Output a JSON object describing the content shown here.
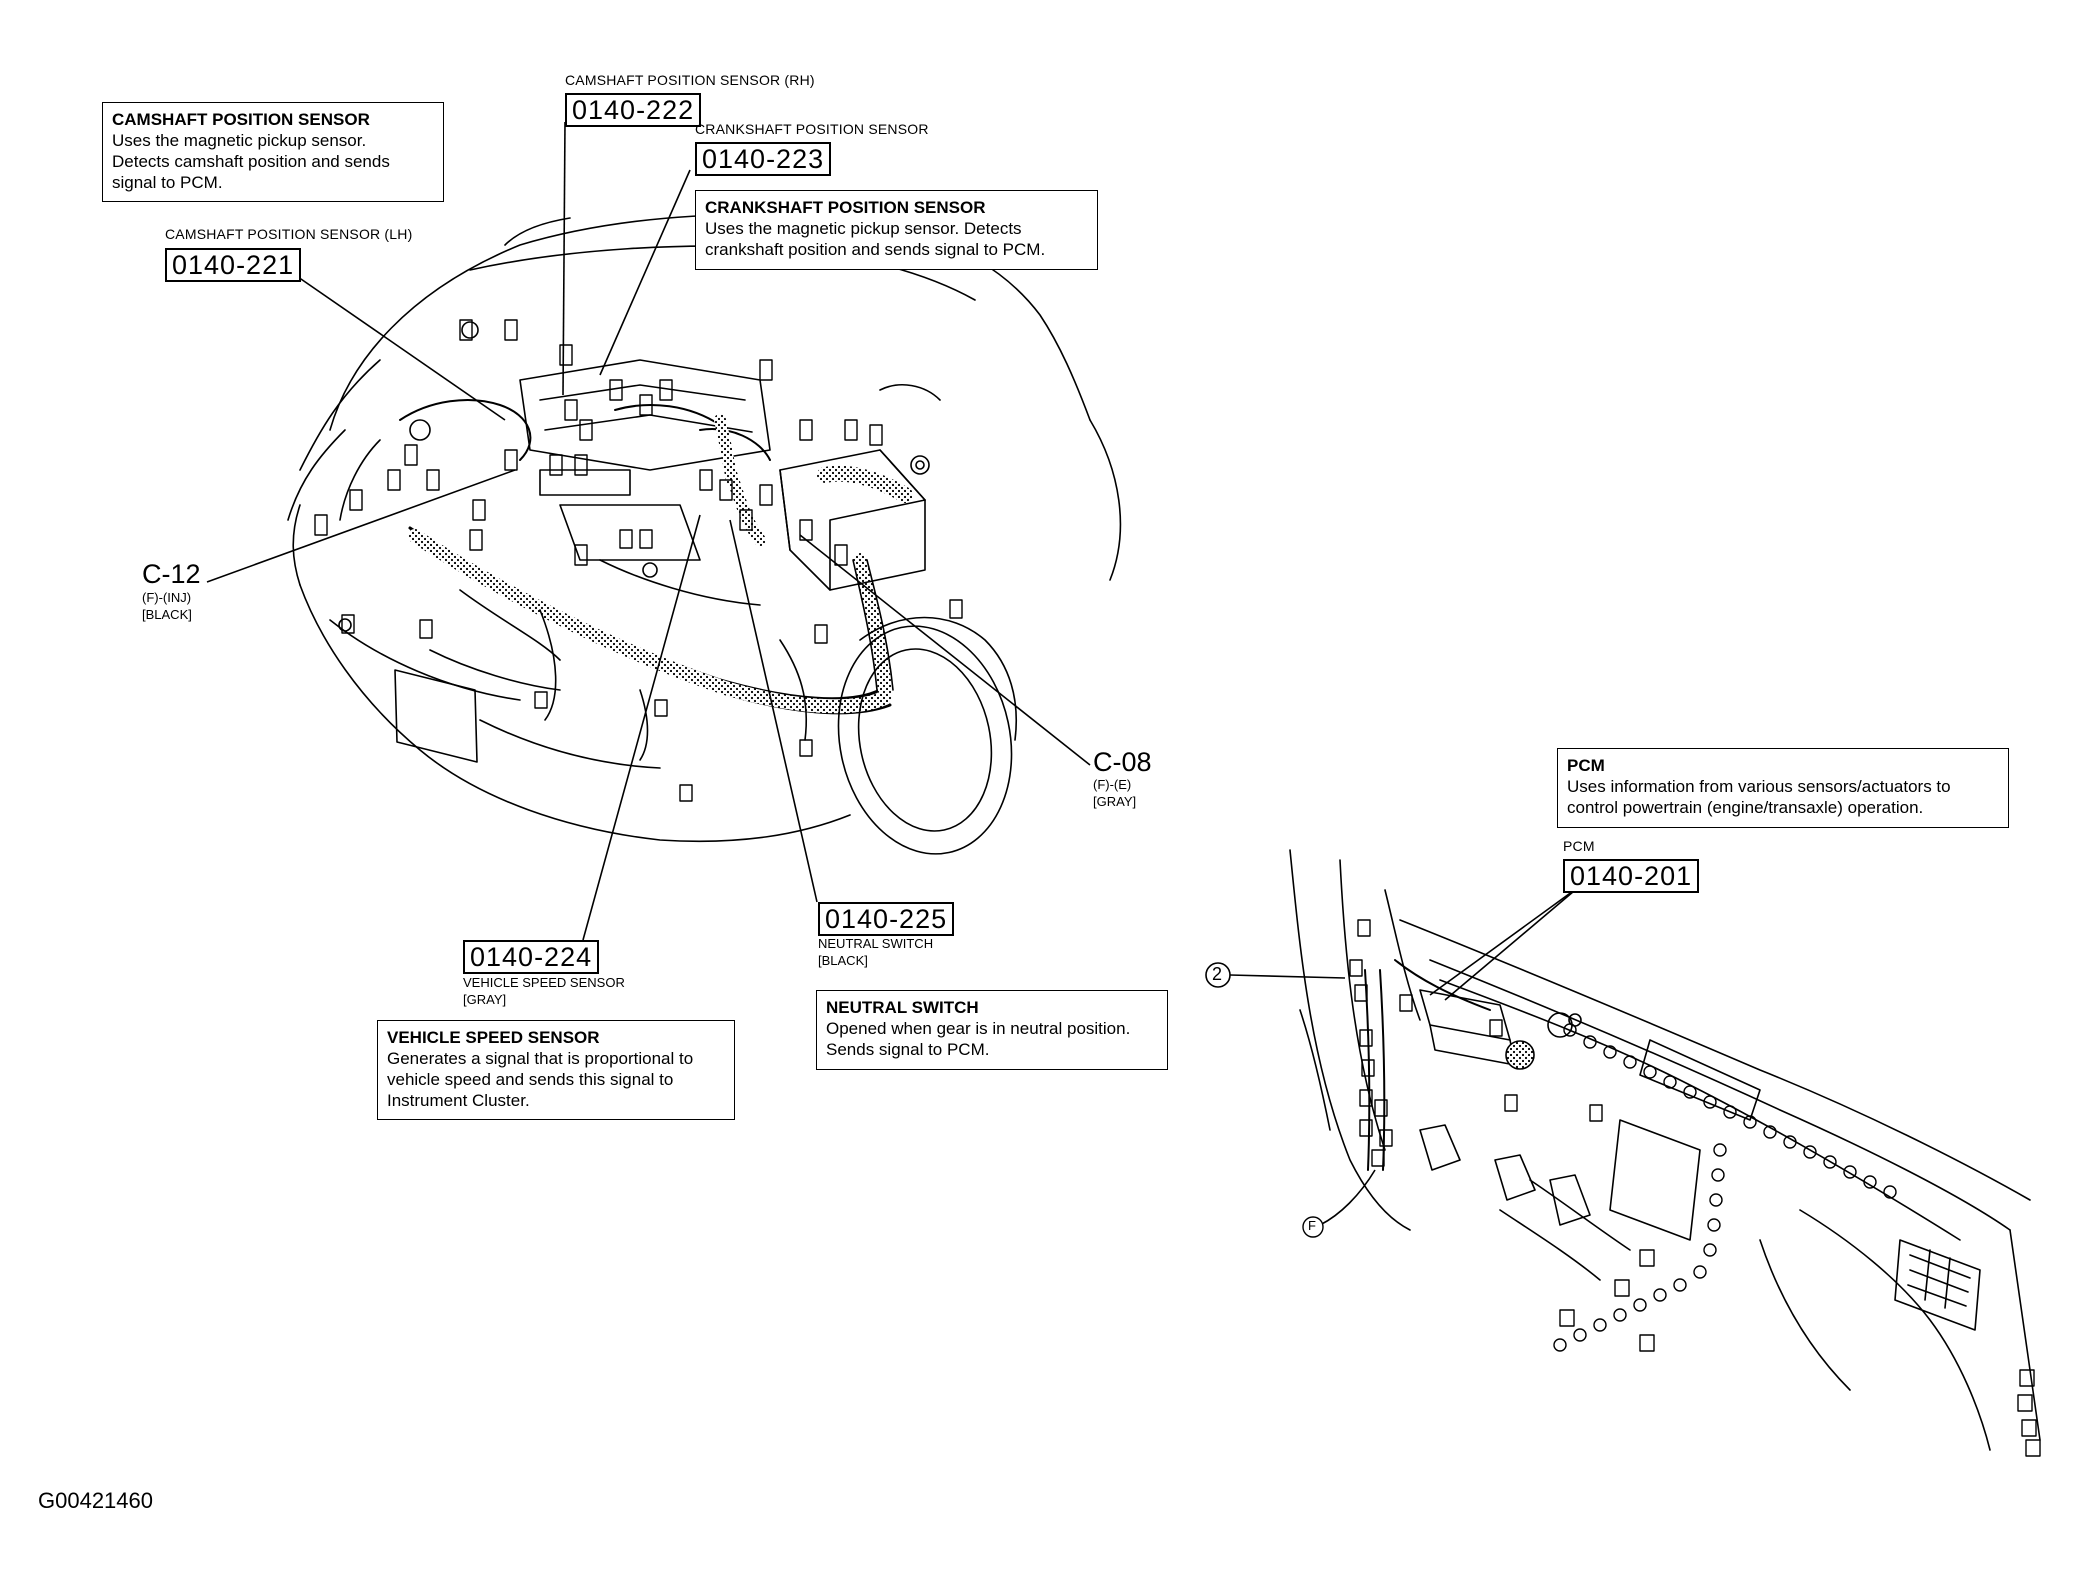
{
  "callouts": {
    "cmp_rh": {
      "label": "CAMSHAFT POSITION SENSOR (RH)",
      "code": "0140-222"
    },
    "ckp": {
      "label": "CRANKSHAFT POSITION SENSOR",
      "code": "0140-223"
    },
    "cmp_lh": {
      "label": "CAMSHAFT POSITION SENSOR (LH)",
      "code": "0140-221"
    },
    "vss": {
      "code": "0140-224",
      "label": "VEHICLE SPEED SENSOR",
      "color": "[GRAY]"
    },
    "neutral": {
      "code": "0140-225",
      "label": "NEUTRAL SWITCH",
      "color": "[BLACK]"
    },
    "pcm": {
      "label": "PCM",
      "code": "0140-201"
    }
  },
  "info_boxes": {
    "cmp": {
      "title": "CAMSHAFT POSITION SENSOR",
      "body": "Uses the magnetic pickup sensor.\nDetects camshaft position and sends\nsignal to PCM."
    },
    "ckp": {
      "title": "CRANKSHAFT POSITION SENSOR",
      "body": "Uses the magnetic pickup sensor. Detects\ncrankshaft position and sends signal to PCM."
    },
    "vss": {
      "title": "VEHICLE SPEED SENSOR",
      "body": "Generates a signal that is proportional to\nvehicle speed and sends this signal to\nInstrument Cluster."
    },
    "neutral": {
      "title": "NEUTRAL SWITCH",
      "body": "Opened when gear is in neutral position.\nSends signal to PCM."
    },
    "pcm": {
      "title": "PCM",
      "body": "Uses information from various sensors/actuators to\ncontrol powertrain (engine/transaxle) operation."
    }
  },
  "connectors": {
    "c12": {
      "id": "C-12",
      "line1": "(F)-(INJ)",
      "line2": "[BLACK]"
    },
    "c08": {
      "id": "C-08",
      "line1": "(F)-(E)",
      "line2": "[GRAY]"
    }
  },
  "markers": {
    "m2": "2",
    "mf": "F"
  },
  "figure_id": "G00421460"
}
